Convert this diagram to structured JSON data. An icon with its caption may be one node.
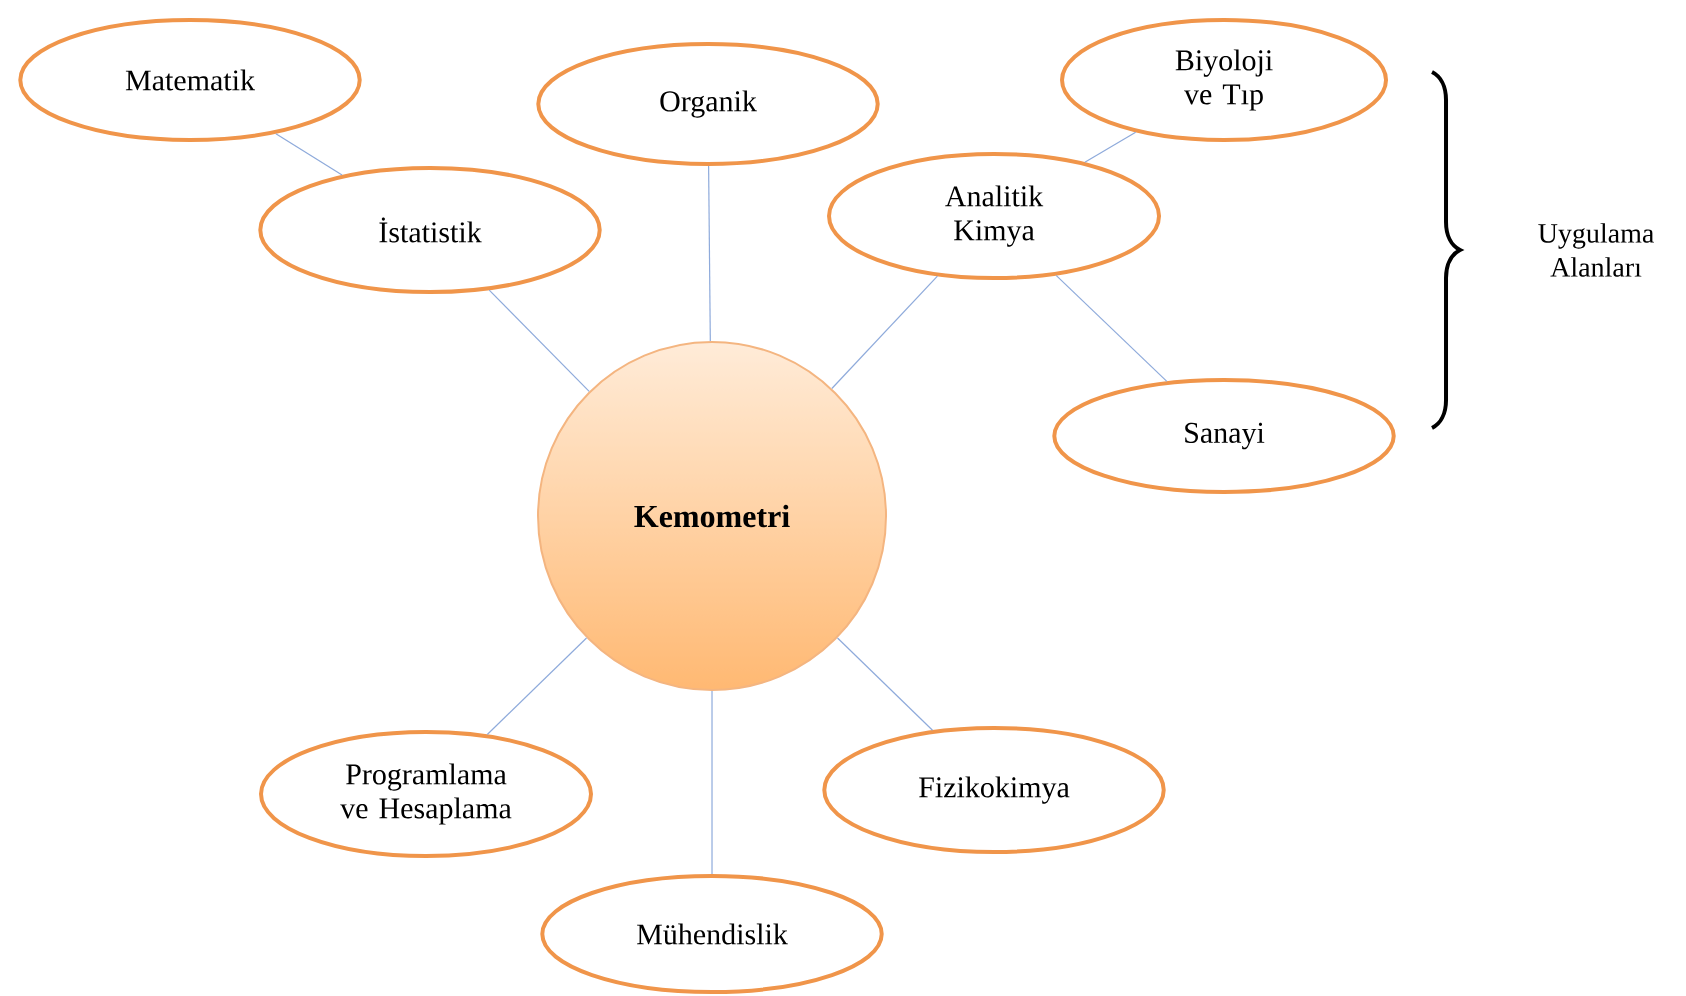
{
  "diagram": {
    "nodes": [
      {
        "text": [
          "Kemometri"
        ]
      },
      {
        "text": [
          "Matematik"
        ]
      },
      {
        "text": [
          "İstatistik"
        ]
      },
      {
        "text": [
          "Organik"
        ]
      },
      {
        "text": [
          "Analitik Kimya"
        ]
      },
      {
        "text": [
          "Biyoloji ve Tıp"
        ]
      },
      {
        "text": [
          "Sanayi"
        ]
      },
      {
        "text": [
          "Programlama ve Hesaplama"
        ]
      },
      {
        "text": [
          "Fizikokimya"
        ]
      },
      {
        "text": [
          "Mühendislik"
        ]
      }
    ],
    "edges": [
      {
        "from": 2,
        "to": 1,
        "arrow": "none"
      },
      {
        "from": 0,
        "to": 2,
        "arrow": "none"
      },
      {
        "from": 0,
        "to": 3,
        "arrow": "none"
      },
      {
        "from": 0,
        "to": 4,
        "arrow": "none"
      },
      {
        "from": 4,
        "to": 5,
        "arrow": "none"
      },
      {
        "from": 4,
        "to": 6,
        "arrow": "none"
      },
      {
        "from": 0,
        "to": 7,
        "arrow": "none"
      },
      {
        "from": 0,
        "to": 9,
        "arrow": "none"
      },
      {
        "from": 0,
        "to": 8,
        "arrow": "none"
      }
    ],
    "labels": [
      "Uygulama Alanları"
    ]
  }
}
